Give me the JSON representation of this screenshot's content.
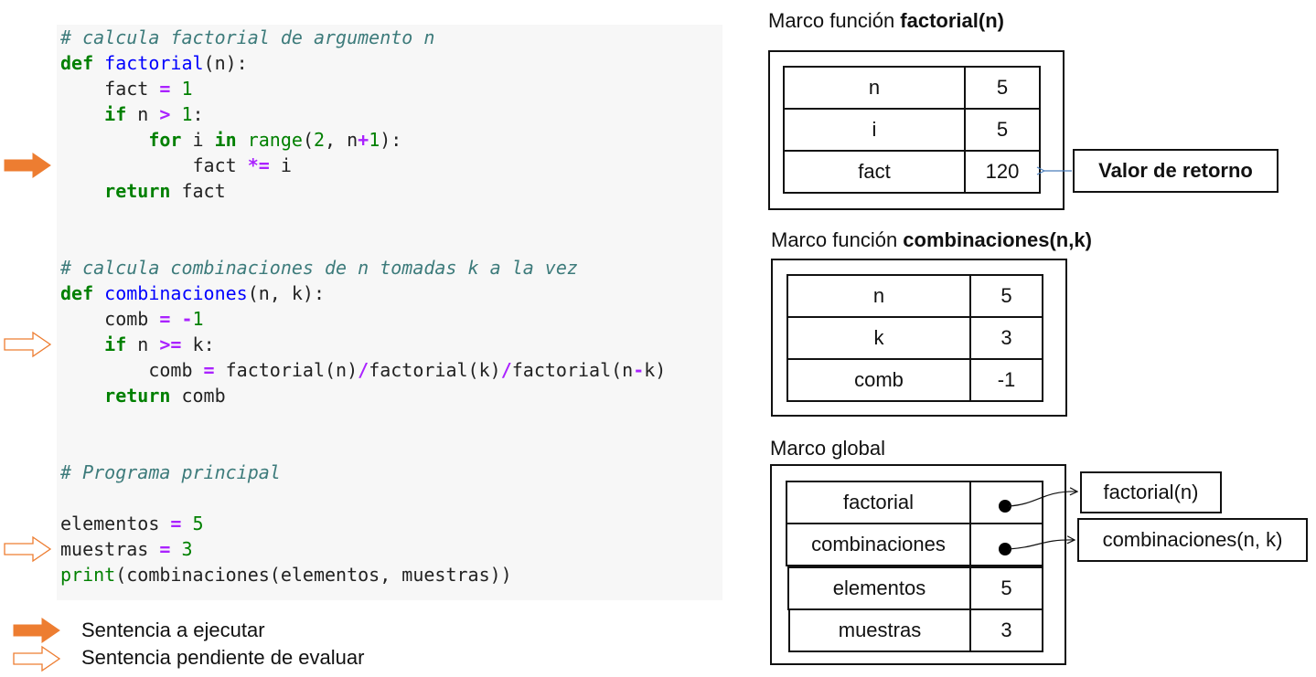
{
  "code": {
    "lines": [
      [
        [
          "cm",
          "# calcula factorial de argumento n"
        ]
      ],
      [
        [
          "kw",
          "def"
        ],
        [
          "nm",
          " "
        ],
        [
          "fn",
          "factorial"
        ],
        [
          "nm",
          "(n):"
        ]
      ],
      [
        [
          "nm",
          "    fact "
        ],
        [
          "op",
          "="
        ],
        [
          "nm",
          " "
        ],
        [
          "num",
          "1"
        ]
      ],
      [
        [
          "nm",
          "    "
        ],
        [
          "kw",
          "if"
        ],
        [
          "nm",
          " n "
        ],
        [
          "op",
          ">"
        ],
        [
          "nm",
          " "
        ],
        [
          "num",
          "1"
        ],
        [
          "nm",
          ":"
        ]
      ],
      [
        [
          "nm",
          "        "
        ],
        [
          "kw",
          "for"
        ],
        [
          "nm",
          " i "
        ],
        [
          "kw",
          "in"
        ],
        [
          "nm",
          " "
        ],
        [
          "bi",
          "range"
        ],
        [
          "nm",
          "("
        ],
        [
          "num",
          "2"
        ],
        [
          "nm",
          ", n"
        ],
        [
          "op",
          "+"
        ],
        [
          "num",
          "1"
        ],
        [
          "nm",
          "):"
        ]
      ],
      [
        [
          "nm",
          "            fact "
        ],
        [
          "op",
          "*="
        ],
        [
          "nm",
          " i"
        ]
      ],
      [
        [
          "nm",
          "    "
        ],
        [
          "kw",
          "return"
        ],
        [
          "nm",
          " fact"
        ]
      ],
      [],
      [],
      [
        [
          "cm",
          "# calcula combinaciones de n tomadas k a la vez"
        ]
      ],
      [
        [
          "kw",
          "def"
        ],
        [
          "nm",
          " "
        ],
        [
          "fn",
          "combinaciones"
        ],
        [
          "nm",
          "(n, k):"
        ]
      ],
      [
        [
          "nm",
          "    comb "
        ],
        [
          "op",
          "="
        ],
        [
          "nm",
          " "
        ],
        [
          "op",
          "-"
        ],
        [
          "num",
          "1"
        ]
      ],
      [
        [
          "nm",
          "    "
        ],
        [
          "kw",
          "if"
        ],
        [
          "nm",
          " n "
        ],
        [
          "op",
          ">="
        ],
        [
          "nm",
          " k:"
        ]
      ],
      [
        [
          "nm",
          "        comb "
        ],
        [
          "op",
          "="
        ],
        [
          "nm",
          " factorial(n)"
        ],
        [
          "op",
          "/"
        ],
        [
          "nm",
          "factorial(k)"
        ],
        [
          "op",
          "/"
        ],
        [
          "nm",
          "factorial(n"
        ],
        [
          "op",
          "-"
        ],
        [
          "nm",
          "k)"
        ]
      ],
      [
        [
          "nm",
          "    "
        ],
        [
          "kw",
          "return"
        ],
        [
          "nm",
          " comb"
        ]
      ],
      [],
      [],
      [
        [
          "cm",
          "# Programa principal"
        ]
      ],
      [],
      [
        [
          "nm",
          "elementos "
        ],
        [
          "op",
          "="
        ],
        [
          "nm",
          " "
        ],
        [
          "num",
          "5"
        ]
      ],
      [
        [
          "nm",
          "muestras "
        ],
        [
          "op",
          "="
        ],
        [
          "nm",
          " "
        ],
        [
          "num",
          "3"
        ]
      ],
      [
        [
          "bi",
          "print"
        ],
        [
          "nm",
          "(combinaciones(elementos, muestras))"
        ]
      ]
    ]
  },
  "markers": [
    {
      "type": "current",
      "line": 6
    },
    {
      "type": "pending",
      "line": 13
    },
    {
      "type": "pending",
      "line": 21
    }
  ],
  "legend": {
    "current_label": "Sentencia a ejecutar",
    "pending_label": "Sentencia pendiente de evaluar"
  },
  "frames": {
    "factorial": {
      "title_prefix": "Marco función ",
      "title_bold": "factorial(n)",
      "rows": [
        {
          "name": "n",
          "value": "5"
        },
        {
          "name": "i",
          "value": "5"
        },
        {
          "name": "fact",
          "value": "120"
        }
      ],
      "return_label": "Valor de retorno"
    },
    "combinaciones": {
      "title_prefix": "Marco función ",
      "title_bold": "combinaciones(n,k)",
      "rows": [
        {
          "name": "n",
          "value": "5"
        },
        {
          "name": "k",
          "value": "3"
        },
        {
          "name": "comb",
          "value": "-1"
        }
      ]
    },
    "global": {
      "title": "Marco global",
      "rows": [
        {
          "name": "factorial",
          "value": ""
        },
        {
          "name": "combinaciones",
          "value": ""
        },
        {
          "name": "elementos",
          "value": "5"
        },
        {
          "name": "muestras",
          "value": "3"
        }
      ],
      "refs": [
        "factorial(n)",
        "combinaciones(n, k)"
      ]
    }
  },
  "colors": {
    "arrow": "#ed7d31",
    "connector": "#4a7ebb"
  }
}
